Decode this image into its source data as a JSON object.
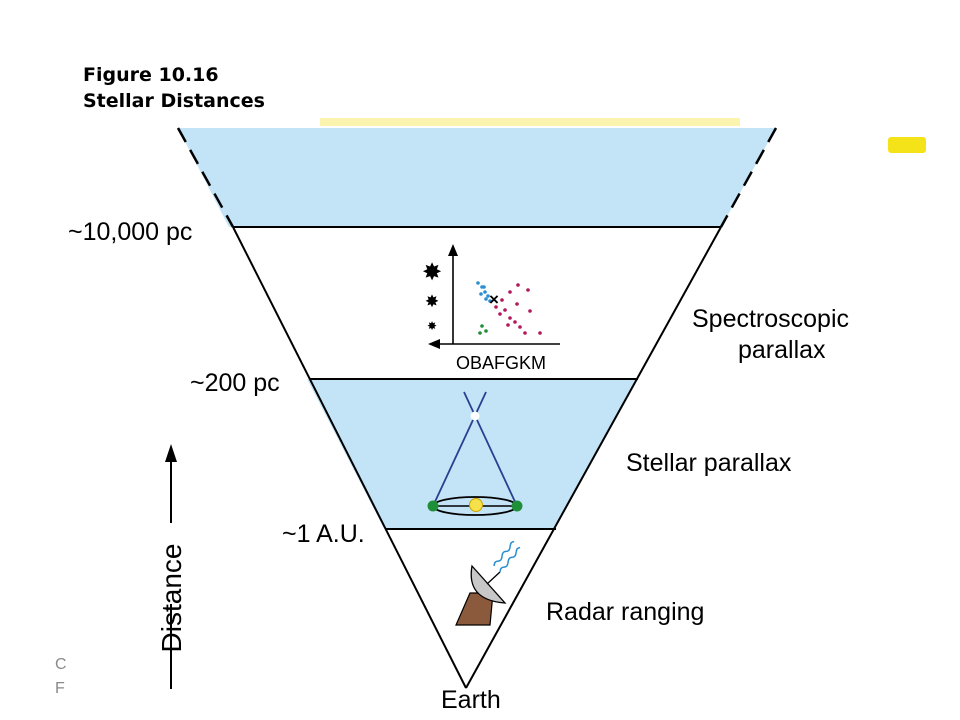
{
  "figure": {
    "number": "Figure 10.16",
    "title": "Stellar Distances"
  },
  "levels": [
    {
      "label": "~10,000 pc"
    },
    {
      "label": "~200 pc"
    },
    {
      "label": "~1 A.U."
    }
  ],
  "methods": {
    "spectroscopic": {
      "line1": "Spectroscopic",
      "line2": "parallax"
    },
    "stellar": "Stellar parallax",
    "radar": "Radar ranging"
  },
  "hr_inset": {
    "spectral_axis": "OBAFGKM"
  },
  "axis": {
    "label": "Distance"
  },
  "bottom_label": "Earth",
  "footer_fragments": [
    "C",
    "F"
  ],
  "colors": {
    "band_fill": "#c3e3f7",
    "outline": "#000000",
    "parallax_lines": "#2a3f8f",
    "blue_dots": "#2a8fd0",
    "red_dots": "#b0185a",
    "green_dots": "#1f8f3a",
    "sun": "#f7e14a",
    "radar_body": "#8b5a3c",
    "highlight": "#f5e31a"
  }
}
